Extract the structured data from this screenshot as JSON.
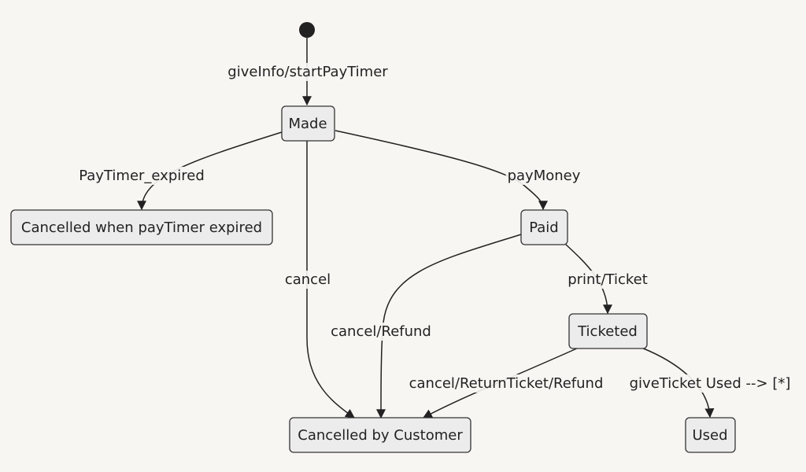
{
  "colors": {
    "background": "#f7f6f3",
    "state_fill": "#ececec",
    "stroke": "#333333",
    "initial_dot": "#222222"
  },
  "states": {
    "made": "Made",
    "cancelled_timer": "Cancelled when payTimer expired",
    "paid": "Paid",
    "ticketed": "Ticketed",
    "cancelled_customer": "Cancelled by Customer",
    "used": "Used"
  },
  "transitions": {
    "give_info": "giveInfo/startPayTimer",
    "pay_timer_expired": "PayTimer_expired",
    "pay_money": "payMoney",
    "cancel": "cancel",
    "cancel_refund": "cancel/Refund",
    "print_ticket": "print/Ticket",
    "cancel_return_refund": "cancel/ReturnTicket/Refund",
    "give_ticket_used": "giveTicket Used --> [*]"
  }
}
